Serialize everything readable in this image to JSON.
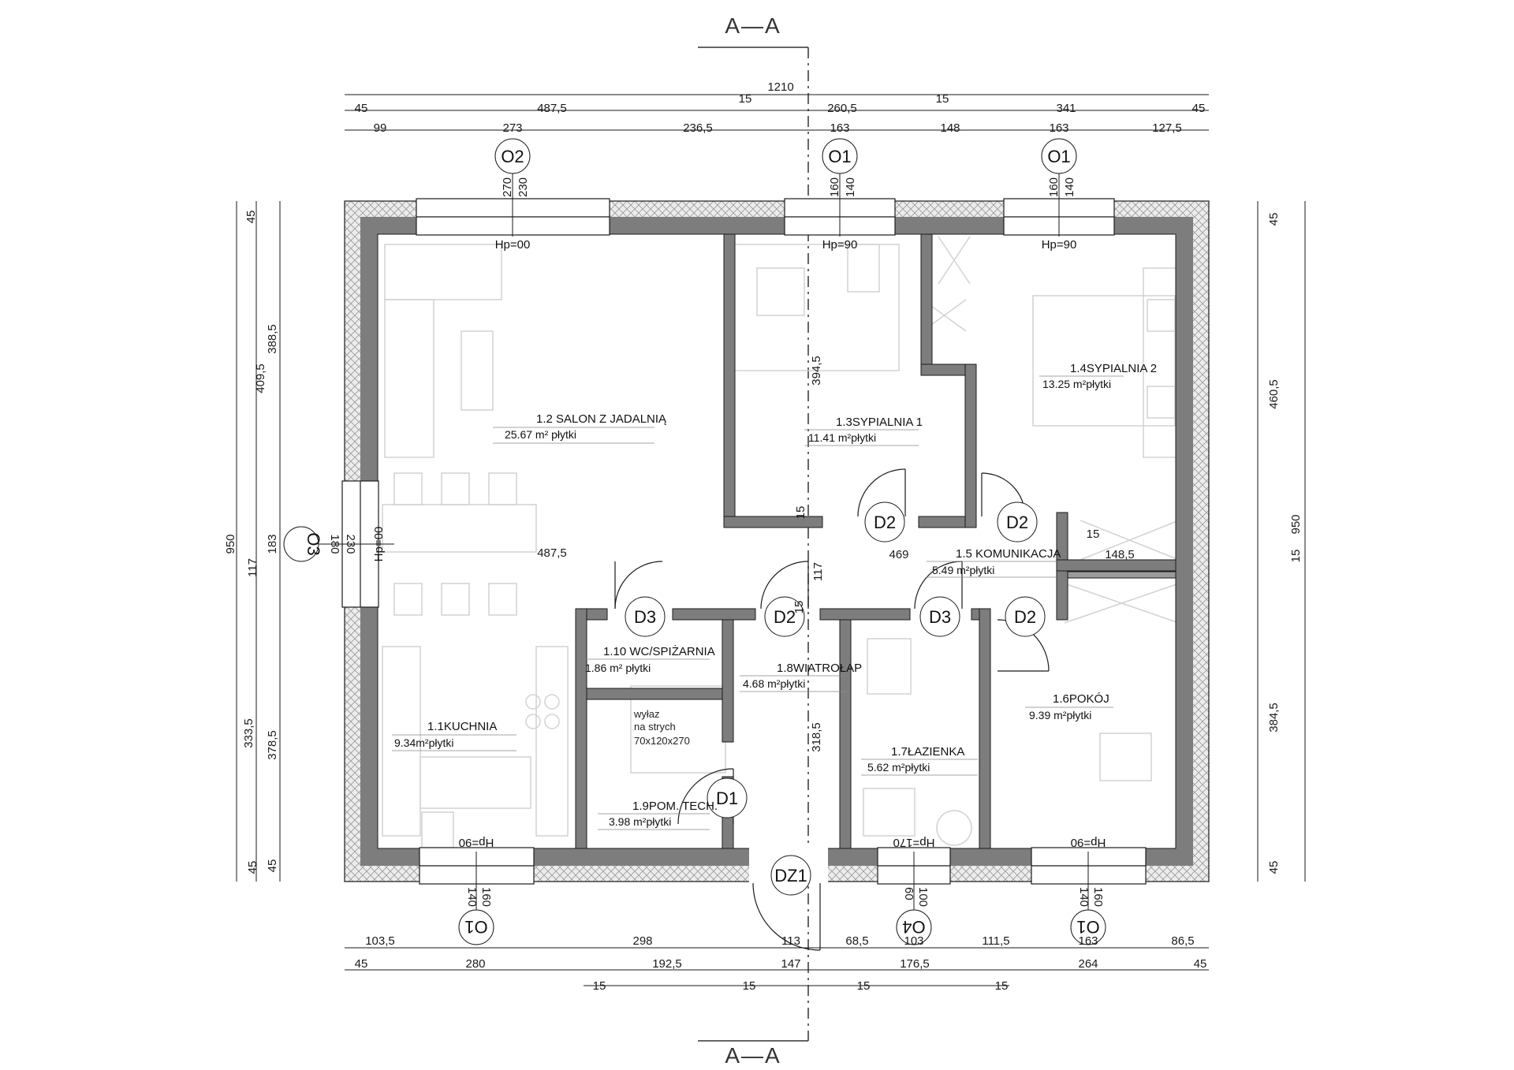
{
  "section": {
    "label": "A—A"
  },
  "colors": {
    "wall_core": "#7d7d7d",
    "insulation_hatch": "#9a9a9a",
    "ink": "#1a1a1a",
    "furniture": "#d4d4d4"
  },
  "dims_top": {
    "overall": "1210",
    "row1": [
      "45",
      "487,5",
      "15",
      "260,5",
      "15",
      "341",
      "45"
    ],
    "row2": [
      "99",
      "273",
      "236,5",
      "163",
      "148",
      "163",
      "127,5"
    ]
  },
  "dims_bottom": {
    "row1": [
      "103,5",
      "298",
      "113",
      "68,5",
      "103",
      "111,5",
      "163",
      "86,5"
    ],
    "row2": [
      "45",
      "280",
      "192,5",
      "147",
      "176,5",
      "264",
      "45"
    ],
    "row3": [
      "15",
      "15",
      "15",
      "15"
    ]
  },
  "dims_left": {
    "overall": "950",
    "outer": [
      "409,5",
      "117",
      "333,5",
      "45"
    ],
    "inner": [
      "45",
      "388,5",
      "183",
      "378,5",
      "45"
    ]
  },
  "dims_right": {
    "overall": "950",
    "inner": [
      "45",
      "460,5",
      "15",
      "384,5",
      "45"
    ]
  },
  "dims_inside": [
    "394,5",
    "487,5",
    "469",
    "148,5",
    "15",
    "15",
    "15",
    "117",
    "318,5"
  ],
  "windows": [
    {
      "tag": "O2",
      "dims": [
        "270",
        "230"
      ],
      "hp": "Hp=00"
    },
    {
      "tag": "O1",
      "dims": [
        "160",
        "140"
      ],
      "hp": "Hp=90"
    },
    {
      "tag": "O1",
      "dims": [
        "160",
        "140"
      ],
      "hp": "Hp=90"
    },
    {
      "tag": "O3",
      "dims": [
        "180",
        "230"
      ],
      "hp": "Hp=00"
    },
    {
      "tag": "O1",
      "dims": [
        "140",
        "160"
      ],
      "hp": "Hp=90"
    },
    {
      "tag": "O4",
      "dims": [
        "60",
        "100"
      ],
      "hp": "Hp=170"
    },
    {
      "tag": "O1",
      "dims": [
        "140",
        "160"
      ],
      "hp": "Hp=90"
    }
  ],
  "doors": [
    "D2",
    "D2",
    "D3",
    "D2",
    "D3",
    "D2",
    "D1",
    "DZ1"
  ],
  "rooms": [
    {
      "name": "1.2 SALON Z JADALNIĄ",
      "area": "25.67 m² płytki"
    },
    {
      "name": "1.3SYPIALNIA 1",
      "area": "11.41 m²płytki"
    },
    {
      "name": "1.4SYPIALNIA 2",
      "area": "13.25 m²płytki"
    },
    {
      "name": "1.5  KOMUNIKACJA",
      "area": "5.49 m²płytki"
    },
    {
      "name": "1.10 WC/SPIŻARNIA",
      "area": "1.86 m²  płytki"
    },
    {
      "name": "1.8WIATROŁAP",
      "area": "4.68 m²płytki"
    },
    {
      "name": "1.1KUCHNIA",
      "area": "9.34m²płytki"
    },
    {
      "name": "1.9POM. TECH.",
      "area": "3.98 m²płytki"
    },
    {
      "name": "1.7ŁAZIENKA",
      "area": "5.62 m²płytki"
    },
    {
      "name": "1.6POKÓJ",
      "area": "9.39 m²płytki"
    }
  ],
  "attic": {
    "line1": "wyłaz",
    "line2": "na strych",
    "line3": "70x120x270"
  }
}
